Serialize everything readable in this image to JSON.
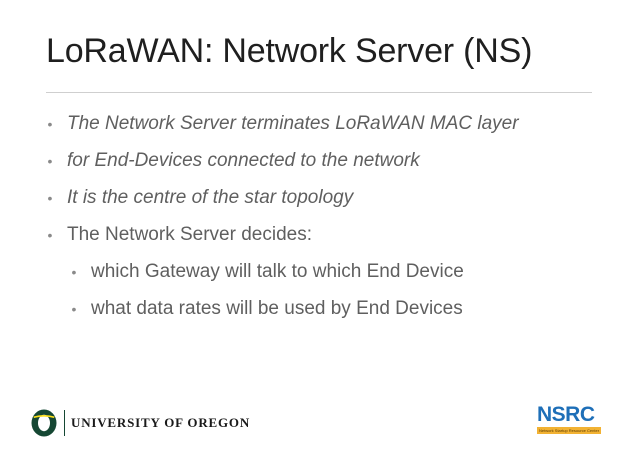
{
  "slide": {
    "title": "LoRaWAN: Network Server (NS)",
    "bullets": [
      {
        "text": "The Network Server terminates LoRaWAN MAC layer",
        "italic": true,
        "level": 1
      },
      {
        "text": "for End-Devices connected to the network",
        "italic": true,
        "level": 1
      },
      {
        "text": "It is the centre of the star topology",
        "italic": true,
        "level": 1
      },
      {
        "text": "The Network Server decides:",
        "italic": false,
        "level": 1
      },
      {
        "text": "which Gateway will talk to which End Device",
        "italic": false,
        "level": 2
      },
      {
        "text": "what data rates will be used by End Devices",
        "italic": false,
        "level": 2
      }
    ],
    "bullet_glyph": "•"
  },
  "footer": {
    "left_logo_text": "UNIVERSITY OF OREGON",
    "left_logo_icon": "university-of-oregon-o-logo",
    "right_logo_text": "NSRC",
    "right_logo_subtext": "Network Startup Resource Center"
  },
  "colors": {
    "title": "#1f1f1f",
    "body_text": "#5f5f5f",
    "rule": "#cfcfcf",
    "uo_green": "#154733",
    "uo_yellow": "#fee11a",
    "nsrc_blue": "#1e6fb8",
    "nsrc_gold": "#f2b233"
  }
}
